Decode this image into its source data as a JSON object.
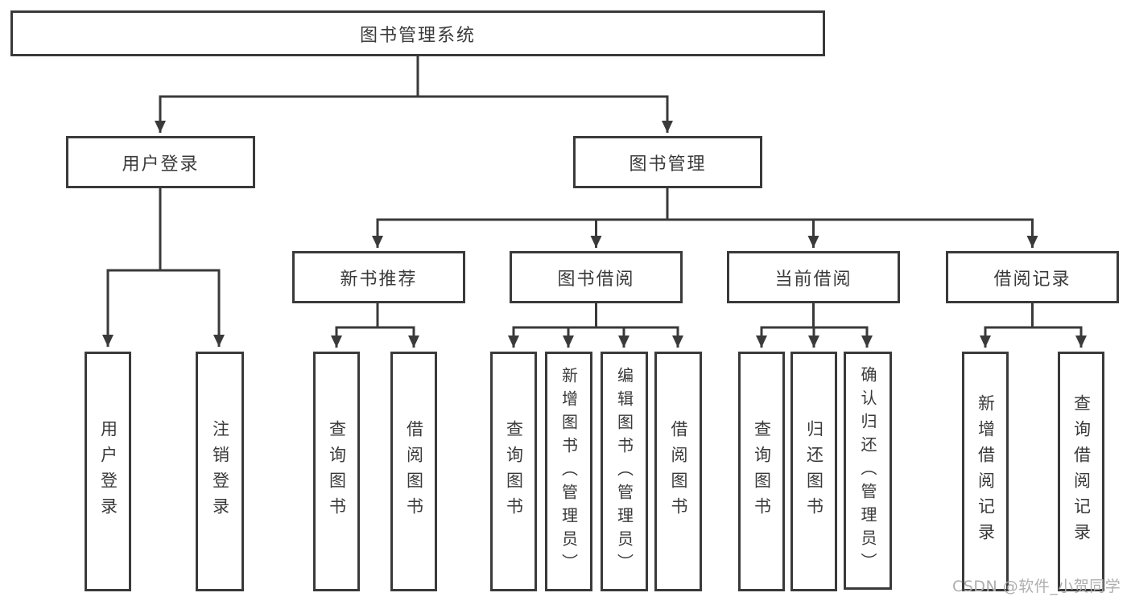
{
  "colors": {
    "line": "#3a3a3a",
    "box_border": "#3a3a3a",
    "box_fill": "#ffffff",
    "background": "#ffffff",
    "watermark": "#aeaeae"
  },
  "tree": {
    "root": {
      "label": "图书管理系统"
    },
    "user": {
      "label": "用户登录",
      "leaves": [
        "用户登录",
        "注销登录"
      ]
    },
    "book": {
      "label": "图书管理",
      "groups": [
        {
          "label": "新书推荐",
          "leaves": [
            "查询图书",
            "借阅图书"
          ]
        },
        {
          "label": "图书借阅",
          "leaves": [
            "查询图书",
            "新增图书（管理员）",
            "编辑图书（管理员）",
            "借阅图书"
          ]
        },
        {
          "label": "当前借阅",
          "leaves": [
            "查询图书",
            "归还图书",
            "确认归还（管理员）"
          ]
        },
        {
          "label": "借阅记录",
          "leaves": [
            "新增借阅记录",
            "查询借阅记录"
          ]
        }
      ]
    }
  },
  "watermark": {
    "text": "CSDN @软件_小贺同学"
  }
}
